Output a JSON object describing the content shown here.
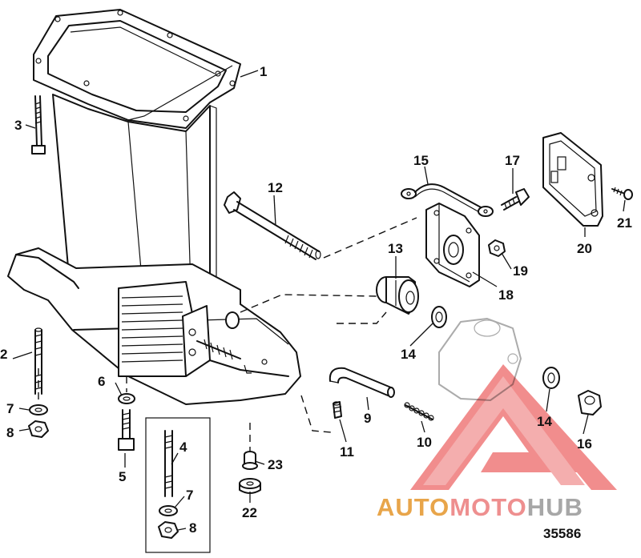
{
  "figure_number": "35586",
  "watermark": {
    "part1": "AUTO",
    "part2": "MOTO",
    "part3": "HUB",
    "color1": "#e8a54a",
    "color2": "#ee8f8f",
    "color3": "#a7a7a7"
  },
  "callouts": {
    "c1": "1",
    "c2": "2",
    "c3": "3",
    "c4": "4",
    "c5": "5",
    "c6": "6",
    "c7a": "7",
    "c7b": "7",
    "c8a": "8",
    "c8b": "8",
    "c9": "9",
    "c10": "10",
    "c11": "11",
    "c12": "12",
    "c13": "13",
    "c14a": "14",
    "c14b": "14",
    "c15": "15",
    "c16": "16",
    "c17": "17",
    "c18": "18",
    "c19": "19",
    "c20": "20",
    "c21": "21",
    "c22": "22",
    "c23": "23"
  }
}
